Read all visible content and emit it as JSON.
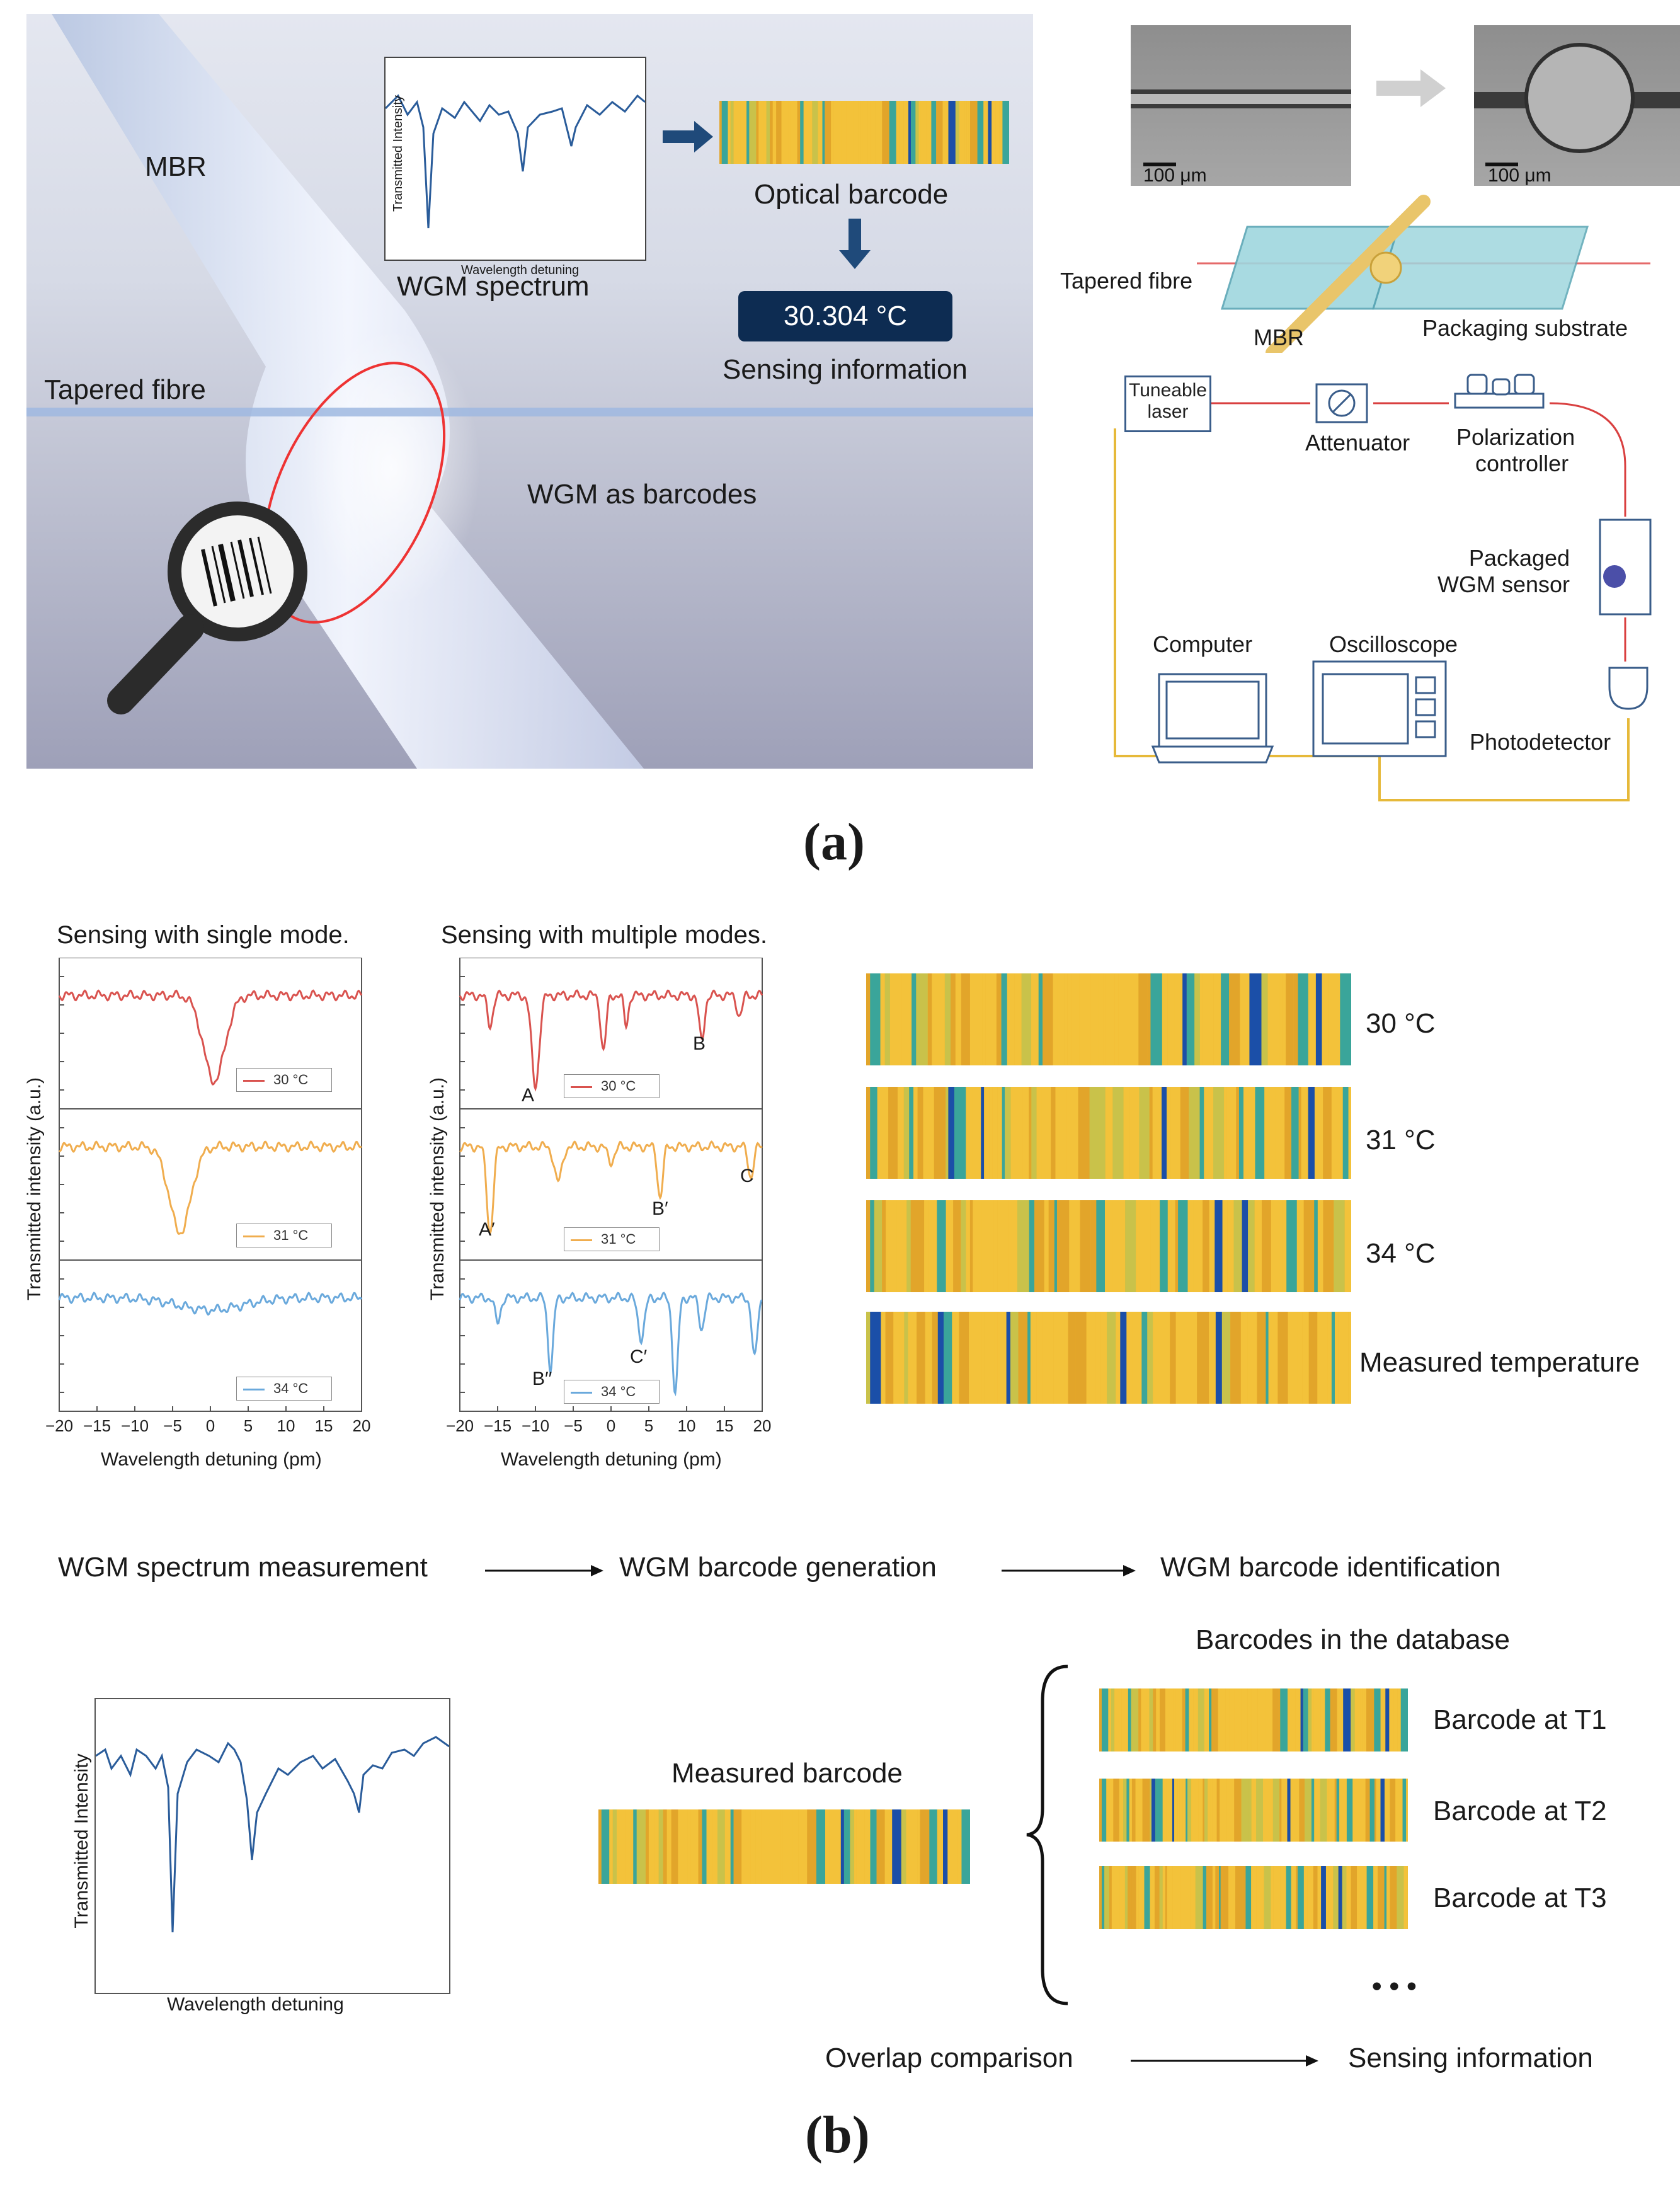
{
  "panel_a": {
    "label": "(a)",
    "scene": {
      "mbr": "MBR",
      "tapered_fibre": "Tapered fibre",
      "wgm_as_barcodes": "WGM as barcodes",
      "spectrum_ylabel": "Transmitted Intensity",
      "spectrum_xlabel": "Wavelength detuning",
      "wgm_spectrum": "WGM spectrum",
      "optical_barcode": "Optical barcode",
      "temperature_readout": "30.304 °C",
      "sensing_information": "Sensing information"
    },
    "micrographs": {
      "scale_left": "100 μm",
      "scale_right": "100 μm"
    },
    "setup": {
      "tapered_fibre": "Tapered fibre",
      "mbr": "MBR",
      "packaging_substrate": "Packaging substrate",
      "tuneable_laser_1": "Tuneable",
      "tuneable_laser_2": "laser",
      "attenuator": "Attenuator",
      "polarization_1": "Polarization",
      "polarization_2": "controller",
      "packaged_1": "Packaged",
      "packaged_2": "WGM sensor",
      "computer": "Computer",
      "oscilloscope": "Oscilloscope",
      "photodetector": "Photodetector"
    }
  },
  "panel_b": {
    "label": "(b)",
    "single_title": "Sensing with single mode.",
    "multi_title": "Sensing with multiple modes.",
    "ylabel": "Transmitted intensity (a.u.)",
    "xlabel": "Wavelength detuning (pm)",
    "legends": [
      "30 °C",
      "31 °C",
      "34 °C"
    ],
    "peak_labels": {
      "A": "A",
      "B": "B",
      "A2": "A′",
      "B2": "B′",
      "C": "C",
      "B3": "B′′",
      "C2": "C′"
    },
    "barcode_labels": [
      "30 °C",
      "31 °C",
      "34 °C",
      "Measured temperature"
    ],
    "flow": {
      "step1": "WGM spectrum measurement",
      "step2": "WGM barcode generation",
      "step3": "WGM barcode identification"
    },
    "bottom": {
      "spectrum_ylabel": "Transmitted Intensity",
      "spectrum_xlabel": "Wavelength detuning",
      "measured_barcode": "Measured barcode",
      "database_title": "Barcodes in the database",
      "db_labels": [
        "Barcode at T1",
        "Barcode at T2",
        "Barcode at T3"
      ],
      "ellipsis": "• • •",
      "overlap": "Overlap comparison",
      "sensing": "Sensing information"
    }
  },
  "chart_data": [
    {
      "type": "line",
      "title": "Sensing with single mode.",
      "xlabel": "Wavelength detuning (pm)",
      "ylabel": "Transmitted intensity (a.u.)",
      "xlim": [
        -20,
        20
      ],
      "xticks": [
        -20,
        -15,
        -10,
        -5,
        0,
        5,
        10,
        15,
        20
      ],
      "series": [
        {
          "name": "30 °C",
          "color": "#d9534f",
          "dips": [
            [
              0.5,
              0.85,
              2.0
            ]
          ]
        },
        {
          "name": "31 °C",
          "color": "#f0ad4e",
          "dips": [
            [
              -4.0,
              0.85,
              2.0
            ]
          ]
        },
        {
          "name": "34 °C",
          "color": "#6aa9dc",
          "dips": [
            [
              0.0,
              0.12,
              6.0
            ]
          ]
        }
      ]
    },
    {
      "type": "line",
      "title": "Sensing with multiple modes.",
      "xlabel": "Wavelength detuning (pm)",
      "ylabel": "Transmitted intensity (a.u.)",
      "xlim": [
        -20,
        20
      ],
      "xticks": [
        -20,
        -15,
        -10,
        -5,
        0,
        5,
        10,
        15,
        20
      ],
      "series": [
        {
          "name": "30 °C",
          "color": "#d9534f",
          "dips": [
            [
              -10,
              0.9,
              0.7
            ],
            [
              -1,
              0.55,
              0.5
            ],
            [
              12,
              0.45,
              0.5
            ],
            [
              -16,
              0.3,
              0.5
            ],
            [
              2,
              0.3,
              0.4
            ],
            [
              17,
              0.2,
              0.5
            ]
          ]
        },
        {
          "name": "31 °C",
          "color": "#f0ad4e",
          "dips": [
            [
              -16,
              0.85,
              0.6
            ],
            [
              -7,
              0.35,
              0.7
            ],
            [
              6.5,
              0.5,
              0.5
            ],
            [
              18.5,
              0.3,
              0.5
            ],
            [
              0,
              0.15,
              0.6
            ]
          ]
        },
        {
          "name": "34 °C",
          "color": "#6aa9dc",
          "dips": [
            [
              -8,
              0.7,
              0.5
            ],
            [
              4,
              0.4,
              0.6
            ],
            [
              8.5,
              0.95,
              0.5
            ],
            [
              19,
              0.6,
              0.5
            ],
            [
              -15,
              0.25,
              0.5
            ],
            [
              12,
              0.3,
              0.5
            ]
          ]
        }
      ]
    }
  ]
}
